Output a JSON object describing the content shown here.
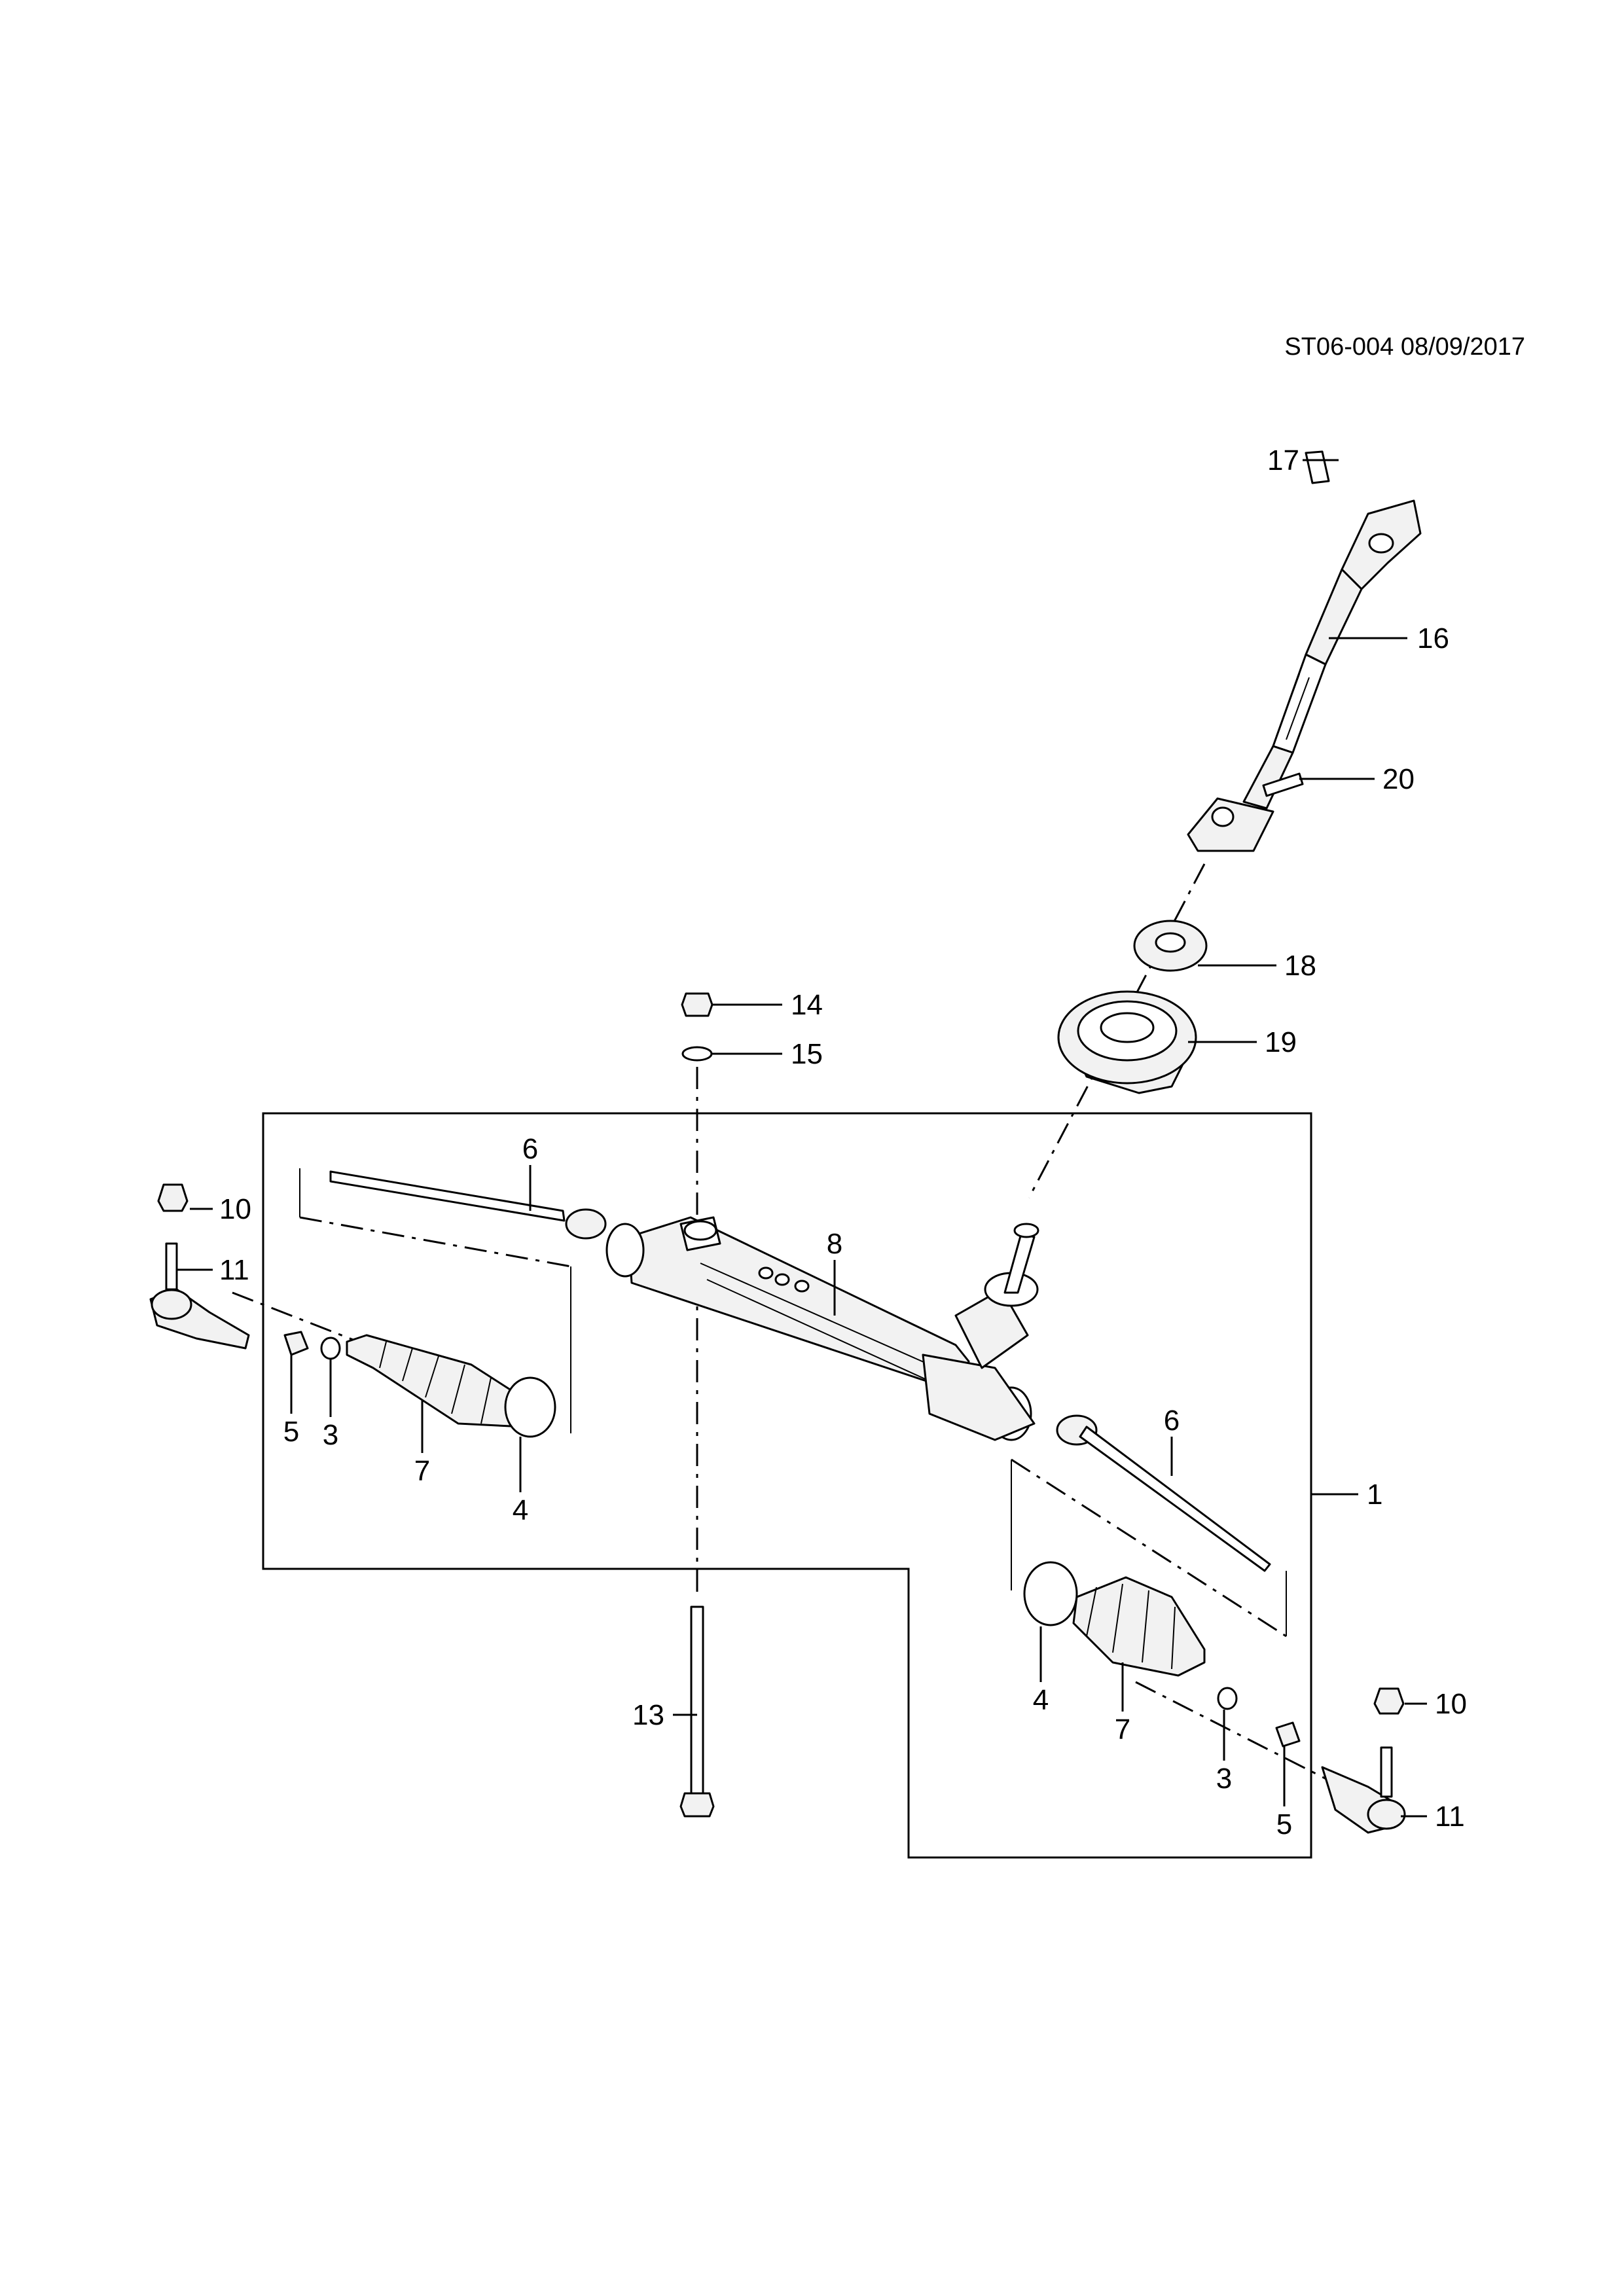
{
  "document": {
    "reference": "ST06-004 08/09/2017"
  },
  "callouts": {
    "c1": "1",
    "c3_left": "3",
    "c3_right": "3",
    "c4_left": "4",
    "c4_right": "4",
    "c5_left": "5",
    "c5_right": "5",
    "c6_left": "6",
    "c6_right": "6",
    "c7_left": "7",
    "c7_right": "7",
    "c8": "8",
    "c10_left": "10",
    "c10_right": "10",
    "c11_left": "11",
    "c11_right": "11",
    "c13": "13",
    "c14": "14",
    "c15": "15",
    "c16": "16",
    "c17": "17",
    "c18": "18",
    "c19": "19",
    "c20": "20"
  }
}
